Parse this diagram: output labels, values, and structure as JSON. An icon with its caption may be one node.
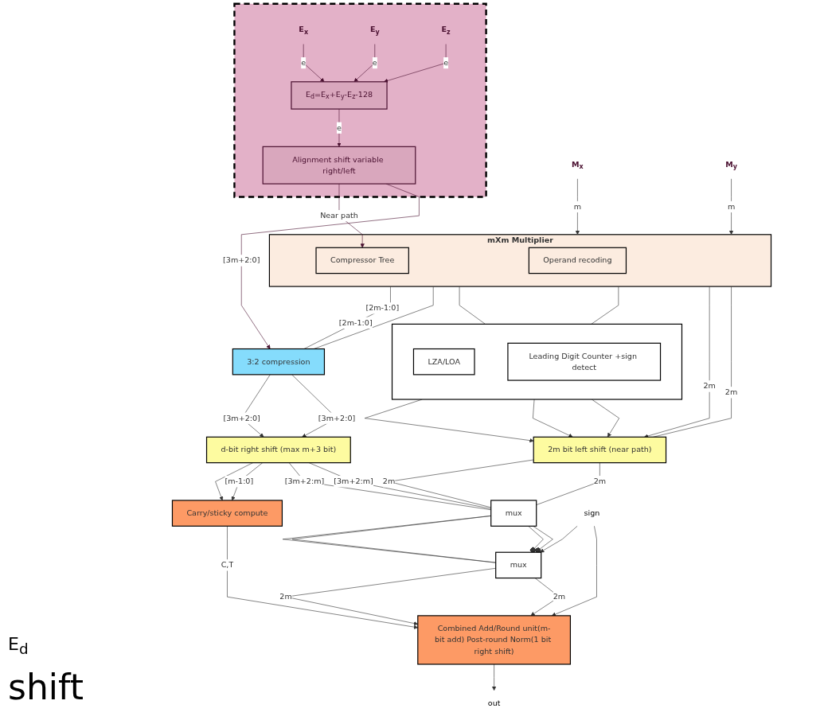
{
  "diagram": {
    "nodes": [
      {
        "text": [],
        "shape": "box"
      },
      {
        "text": [
          "E$_{x}$"
        ],
        "in": 0
      },
      {
        "text": [
          "E$_{y}$"
        ],
        "in": 0
      },
      {
        "text": [
          "E$_{z}$"
        ],
        "in": 0
      },
      {
        "text": [
          "E$_{d}$=E$_{x}$+E$_{y}$-E$_{z}$-128"
        ],
        "in": 0
      },
      {
        "text": [
          "Alignment shift variable right/left"
        ],
        "in": 0
      },
      {
        "text": [
          "M$_{x}$"
        ]
      },
      {
        "text": [
          "M$_{y}$"
        ]
      },
      {
        "text": [
          "mXm Multiplier"
        ]
      },
      {
        "text": [
          "Operand recoding"
        ],
        "in": 8
      },
      {
        "text": [
          "Compressor Tree"
        ],
        "in": 8
      },
      {
        "text": [
          "3:2 compression"
        ]
      },
      {
        "text": [],
        "shape": "box"
      },
      {
        "text": [
          "LZA/LOA"
        ],
        "in": 12
      },
      {
        "text": [
          "Leading Digit Counter +sign detect"
        ],
        "in": 12
      },
      {
        "text": [
          "d-bit right shift (max m+3 bit)"
        ]
      },
      {
        "text": [
          "Carry/sticky compute"
        ]
      },
      {
        "text": [
          "2m bit left shift (near path)"
        ]
      },
      {
        "text": [
          "mux"
        ]
      },
      {
        "text": [
          "mux"
        ]
      },
      {
        "text": [
          "sign"
        ]
      },
      {
        "text": [
          "Combined Add/Round unit(m-bit add) Post-round Norm(1 bit right shift)"
        ]
      },
      {
        "text": [
          "out"
        ]
      }
    ],
    "edges": [
      {
        "from": 1,
        "to": 4,
        "arrow": "to",
        "label": "e",
        "color": "#4a1030"
      },
      {
        "from": 2,
        "to": 4,
        "arrow": "to",
        "label": "e",
        "color": "#4a1030"
      },
      {
        "from": 3,
        "to": 4,
        "arrow": "to",
        "label": "e",
        "color": "#4a1030"
      },
      {
        "from": 4,
        "to": 5,
        "arrow": "to",
        "label": "e",
        "color": "#4a1030"
      },
      {
        "from": 6,
        "to": 8,
        "arrow": "to",
        "label": "m"
      },
      {
        "from": 7,
        "to": 8,
        "arrow": "to",
        "label": "m"
      },
      {
        "from": 5,
        "to": 10,
        "arrow": "to",
        "label": "Near path",
        "color": "#4a1030"
      },
      {
        "from": 5,
        "to": 11,
        "arrow": "to",
        "label": "[3m+2:0]",
        "color": "#4a1030"
      },
      {
        "from": 8,
        "to": 11,
        "arrow": "none",
        "label": "[2m-1:0]"
      },
      {
        "from": 8,
        "to": 11,
        "arrow": "none",
        "label": "[2m-1:0]"
      },
      {
        "from": 8,
        "to": 12,
        "arrow": "none"
      },
      {
        "from": 8,
        "to": 12,
        "arrow": "none"
      },
      {
        "from": 8,
        "to": 17,
        "arrow": "to",
        "label": "2m"
      },
      {
        "from": 8,
        "to": 17,
        "arrow": "none",
        "label": "2m"
      },
      {
        "from": 11,
        "to": 15,
        "arrow": "to",
        "label": "[3m+2:0]"
      },
      {
        "from": 11,
        "to": 15,
        "arrow": "to",
        "label": "[3m+2:0]"
      },
      {
        "from": 15,
        "to": 16,
        "arrow": "to"
      },
      {
        "from": 15,
        "to": 16,
        "arrow": "to",
        "label": "[m-1:0]"
      },
      {
        "from": 15,
        "to": 18,
        "arrow": "none",
        "label": "[3m+2:m]"
      },
      {
        "from": 15,
        "to": 18,
        "arrow": "none",
        "label": "[3m+2:m]"
      },
      {
        "from": 12,
        "to": 17,
        "arrow": "to"
      },
      {
        "from": 12,
        "to": 17,
        "arrow": "to"
      },
      {
        "from": 12,
        "to": 17,
        "arrow": "to"
      },
      {
        "from": 17,
        "to": 18,
        "arrow": "none",
        "label": "2m"
      },
      {
        "from": 17,
        "to": 18,
        "arrow": "none",
        "label": "2m"
      },
      {
        "from": 18,
        "to": 19,
        "arrow": "none"
      },
      {
        "from": 18,
        "to": 19,
        "arrow": "none"
      },
      {
        "from": 18,
        "to": 19,
        "arrow": "other"
      },
      {
        "from": 18,
        "to": 19,
        "arrow": "other"
      },
      {
        "from": 20,
        "to": 19,
        "arrow": "to"
      },
      {
        "from": 20,
        "to": 21,
        "arrow": "to"
      },
      {
        "from": 19,
        "to": 21,
        "arrow": "to",
        "label": "2m"
      },
      {
        "from": 19,
        "to": 21,
        "arrow": "to",
        "label": "2m"
      },
      {
        "from": 16,
        "to": 21,
        "arrow": "to",
        "label": "C,T"
      },
      {
        "from": 21,
        "to": 22,
        "arrow": "to"
      }
    ],
    "labels": [
      "E$_{d}$",
      "shift"
    ]
  }
}
